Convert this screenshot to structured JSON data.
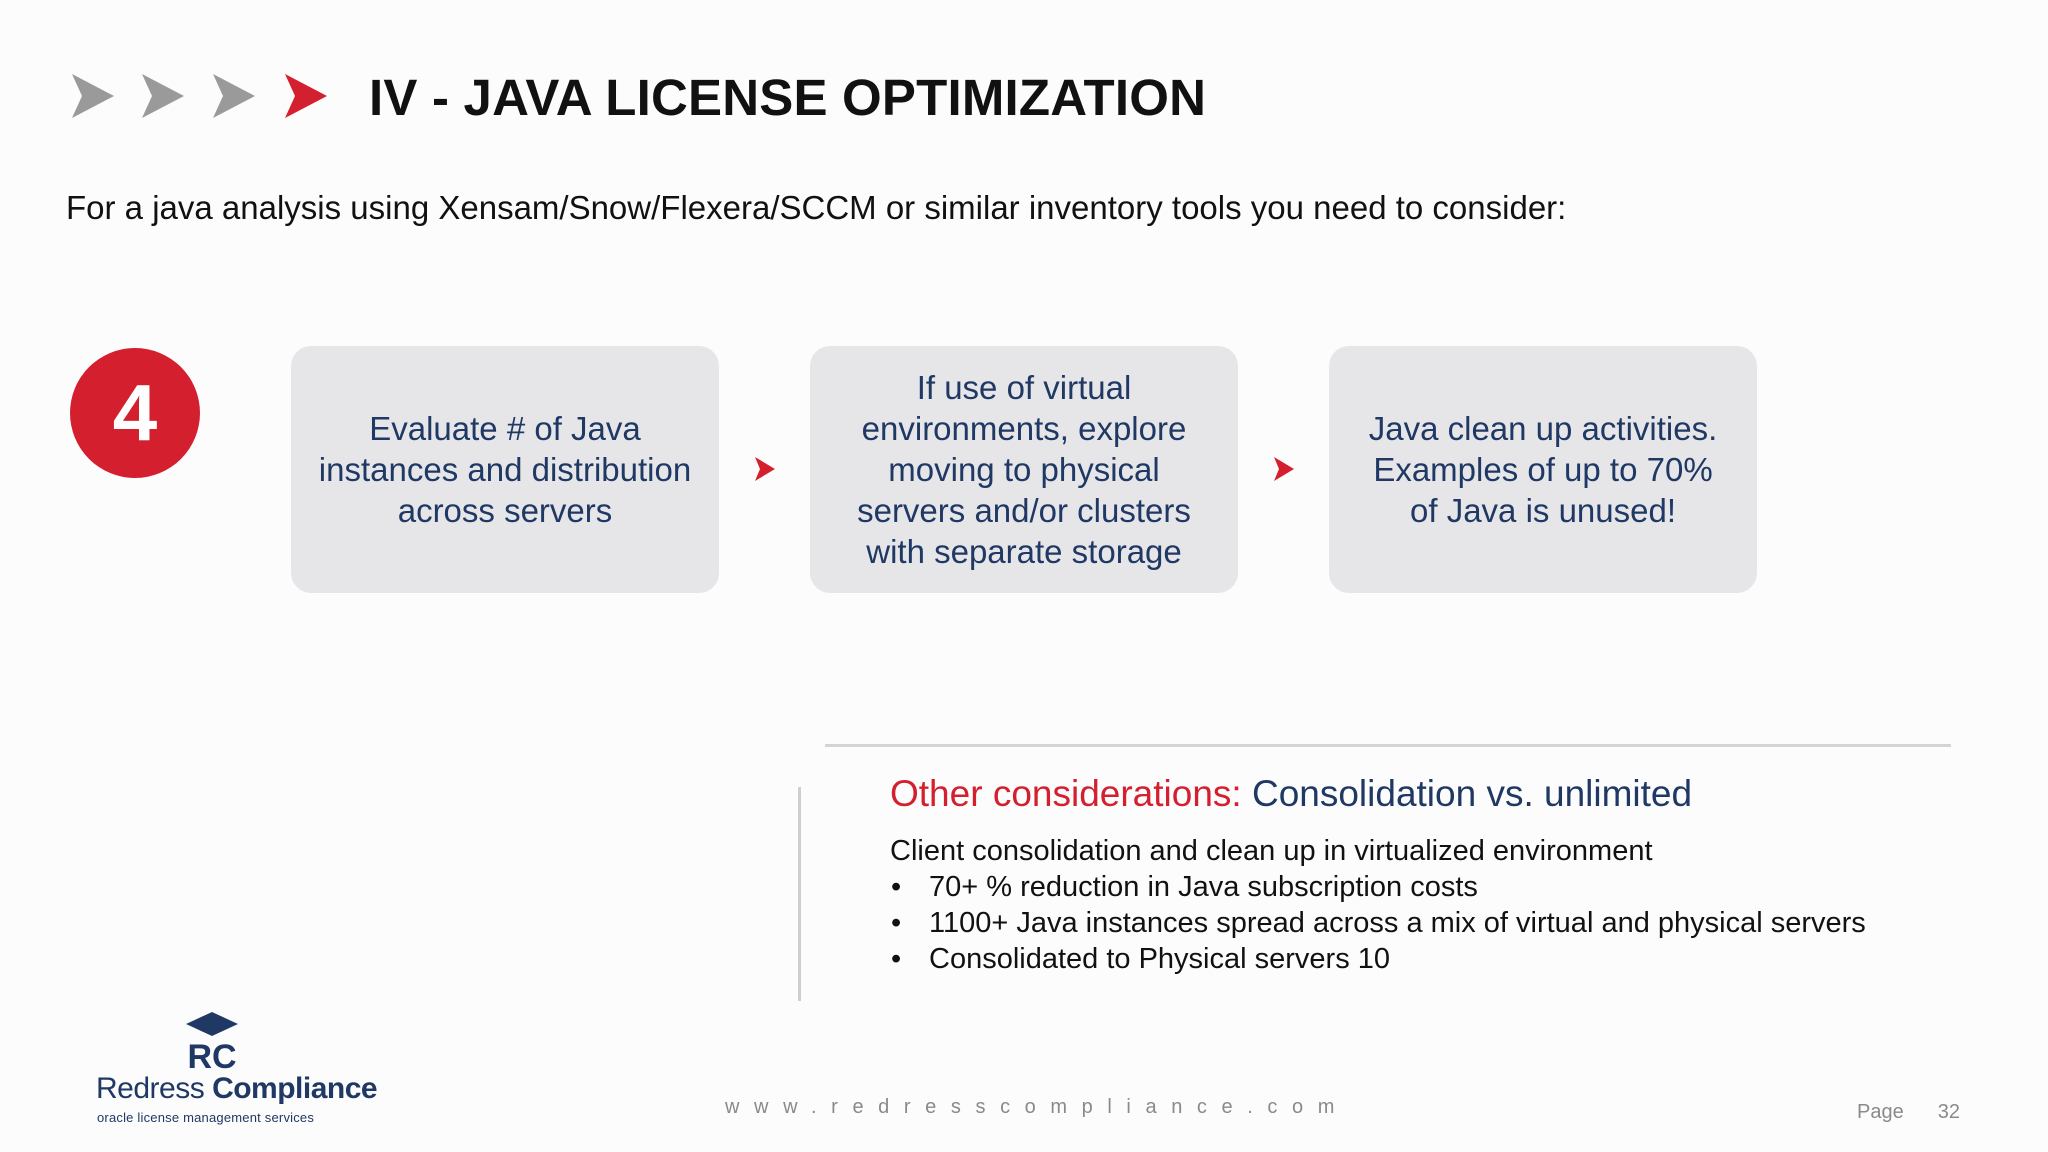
{
  "header": {
    "title": "IV - JAVA LICENSE OPTIMIZATION",
    "chevrons": [
      {
        "icon": "chevron-right-icon",
        "color": "#9a9a9a"
      },
      {
        "icon": "chevron-right-icon",
        "color": "#9a9a9a"
      },
      {
        "icon": "chevron-right-icon",
        "color": "#9a9a9a"
      },
      {
        "icon": "chevron-right-icon",
        "color": "#d41f2e"
      }
    ]
  },
  "intro": "For a java analysis using Xensam/Snow/Flexera/SCCM or similar inventory tools you need to consider:",
  "step": {
    "number": "4",
    "boxes": [
      "Evaluate # of Java instances and distribution across servers",
      "If use of virtual environments, explore moving to physical servers and/or clusters with separate storage",
      "Java clean up activities. Examples of up to 70% of Java is unused!"
    ]
  },
  "other_considerations": {
    "label": "Other considerations:",
    "topic": "Consolidation vs. unlimited",
    "lead": "Client consolidation and clean up in virtualized environment",
    "bullet_char": "•",
    "bullets": [
      "70+ % reduction in Java subscription costs",
      "1100+ Java instances spread across a mix of virtual and physical servers",
      "Consolidated to Physical servers 10"
    ]
  },
  "footer": {
    "logo_monogram": "RC",
    "logo_name_light": "Redress",
    "logo_name_bold": "Compliance",
    "logo_tagline": "oracle license management services",
    "website": "www.redresscompliance.com",
    "page_label": "Page",
    "page_number": "32"
  },
  "colors": {
    "accent_red": "#d41f2e",
    "navy": "#1f3864",
    "box_gray": "#e6e6e9",
    "chevron_gray": "#9a9a9a"
  }
}
